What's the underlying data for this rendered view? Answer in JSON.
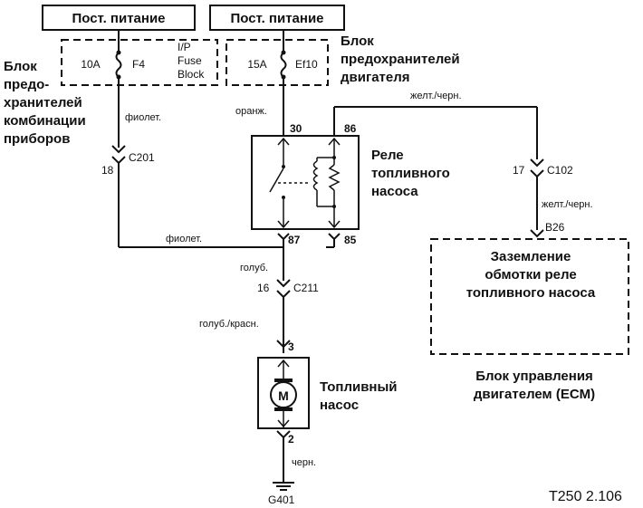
{
  "supply_left": "Пост. питание",
  "supply_right": "Пост. питание",
  "ip_fuse_block": {
    "fuse_rating": "10A",
    "fuse_id": "F4",
    "block_label_lines": [
      "I/P",
      "Fuse",
      "Block"
    ],
    "side_label_lines": [
      "Блок",
      "предо-",
      "хранителей",
      "комбинации",
      "приборов"
    ]
  },
  "engine_fuse_block": {
    "fuse_rating": "15A",
    "fuse_id": "Ef10",
    "title_lines": [
      "Блок",
      "предохранителей",
      "двигателя"
    ]
  },
  "wires": {
    "violet_1": "фиолет.",
    "violet_2": "фиолет.",
    "orange": "оранж.",
    "yellow_black_1": "желт./черн.",
    "yellow_black_2": "желт./черн.",
    "blue": "голуб.",
    "blue_red": "голуб./красн.",
    "black": "черн."
  },
  "connectors": {
    "c201_pin": "18",
    "c201": "C201",
    "c102_pin": "17",
    "c102": "C102",
    "c211_pin": "16",
    "c211": "C211"
  },
  "relay": {
    "pin_30": "30",
    "pin_86": "86",
    "pin_87": "87",
    "pin_85": "85",
    "label_lines": [
      "Реле",
      "топливного",
      "насоса"
    ]
  },
  "ecm": {
    "pin": "B26",
    "inner_lines": [
      "Заземление",
      "обмотки реле",
      "топливного насоса"
    ],
    "caption_lines": [
      "Блок управления",
      "двигателем (ECM)"
    ]
  },
  "pump": {
    "pin_top": "3",
    "pin_bottom": "2",
    "motor_symbol": "M",
    "label_lines": [
      "Топливный",
      "насос"
    ]
  },
  "ground": "G401",
  "figure_ref": "T250 2.106"
}
